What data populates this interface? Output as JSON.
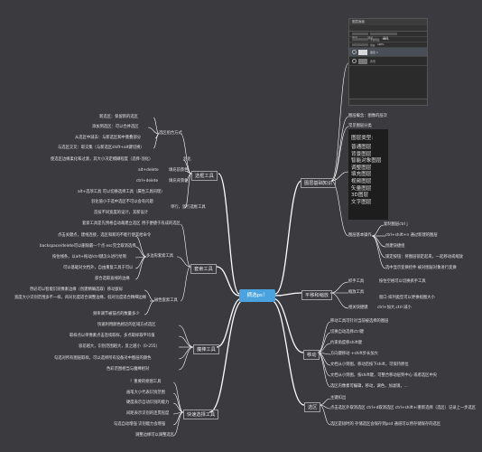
{
  "center": "摘选ps！",
  "colors": {
    "center": "#4aa3df",
    "line": "#ffffff"
  },
  "left": {
    "selection": {
      "title": "选框工具",
      "groups": [
        {
          "label": "选区组合方式",
          "items": [
            "新选区：保留新的选区",
            "添加到选区：可以合并选区",
            "从选区中减去：与新选区和中重叠部分",
            "与选区交叉：取交集（与新选区shift+alt键切换）"
          ]
        },
        {
          "label": "羽化",
          "items": [
            "使选区边缘柔化和过渡，其大小决定模糊程度（选择-羽化）"
          ]
        },
        {
          "label": "填充前景色",
          "items": [
            "alt+delete"
          ]
        },
        {
          "label": "填充背景色",
          "items": [
            "ctrl+delete"
          ]
        },
        {
          "label": "单行，竖行选框工具",
          "items": [
            "alt+选项工具 可以切换选择工具（属性工具同理）",
            "羽化值小于选中选区不可以会有问题",
            "首技不同宽度的设计，其新设计"
          ]
        }
      ]
    },
    "pen": {
      "title": "套索工具",
      "groups": [
        {
          "label": "",
          "items": [
            "套索工具是先预格自动裁建立选区 用于便捷于形成的选区"
          ]
        },
        {
          "label": "多边形套索工具",
          "items": [
            "点击关键点，建线连接，选区和新的不能行使其给命令",
            "backspace/delete可以删除最一个点 esc完全取消选择",
            "按住线条，以alt+拖动/ctrl键怎么进行绘制",
            "可以基础对文档外，自由重复工具于可以",
            "部合选取直线的边缘"
          ]
        },
        {
          "label": "磁性套索工具",
          "items": [
            "然必可以智能识别像素边缘（创建精确选取）移动鼠标",
            "宽度大小识别范围多不一样，再对比度适合调整边缘，低对比度适合精细边缘",
            "频率调节被锚点的数量多少"
          ]
        }
      ]
    },
    "magic": {
      "title": "魔棒工具",
      "items": [
        "快速利用颜色相近的区域方式选区",
        "取样点以单像素点击连续取样，多点取样取平均值",
        "容差越大，识别范围越大，反之越小（0-255）",
        "勾选对所有图层取样，可以选择所有设备对中图层的颜色",
        "色彩范围相当与魔棒相对"
      ]
    },
    "quick": {
      "title": "快速选择工具",
      "items": [
        "！重要的抠图工具",
        "画笔大小代表识别范围",
        "硬度表示自动识别的能力",
        "间距表示识别的连贯程度",
        "勾选自动增强 识别能力会增强",
        "调整边缘可以调整选区"
      ]
    }
  },
  "right": {
    "layers": {
      "title": "图层基础知识",
      "panel": {
        "title": "图层面板",
        "tabs": [
          "图层",
          "通道",
          "路径"
        ],
        "opacity_label": "不透明度:",
        "opacity_value": "100%",
        "fill_label": "填充:",
        "fill_value": "100%",
        "layers": [
          "图层 1",
          "背景"
        ]
      },
      "items": [
        "图层概念：图像的层次",
        "常见图层分类",
        "复制图层ctrl j",
        "ctrl+shift+n 通过新建的图层",
        "创建快捷组",
        "图层基本操作",
        "锁定按钮：将图层锁定起来，一起移动或缩放",
        "选中显示变换控件 被对图层对象进行变换"
      ],
      "types_title": "图层类型:",
      "types": [
        "普通图层",
        "背景图层",
        "智能对象图层",
        "调整图层",
        "填充图层",
        "视频图层",
        "矢量图层",
        "3D图层",
        "文字图层"
      ]
    },
    "pan": {
      "title": "平移和缩放",
      "items": [
        "抓手工具",
        "按住空格可以切换抓手工具",
        "缩放工具",
        "窗口-排列类型可以更换视图大小",
        "相关快捷键",
        "ctrl+加大,ctrl-减小"
      ]
    },
    "move": {
      "title": "移动",
      "items": [
        "移动工具可针对当前被选择的图层",
        "切换自动选择ctrl键",
        "约束角度移shift键",
        "方向键移动 +shift步长加大",
        "文档从小到图，移动后按下shift，可保持原位",
        "文档从小到图，按shift键，可整合移动层到中心 或者选区中央",
        "选区内像素可编辑，移动，调色，加滤镜，..."
      ]
    },
    "select": {
      "title": "选区",
      "items": [
        "主键扣出",
        "点击选区外取消选区 ctrl+d取消选区 ctrl+shift+i重新选择（选区）记录上一步选区",
        "选区是短时的 存储选区会保存到psd 通道可以用存储保存的选区"
      ]
    }
  }
}
